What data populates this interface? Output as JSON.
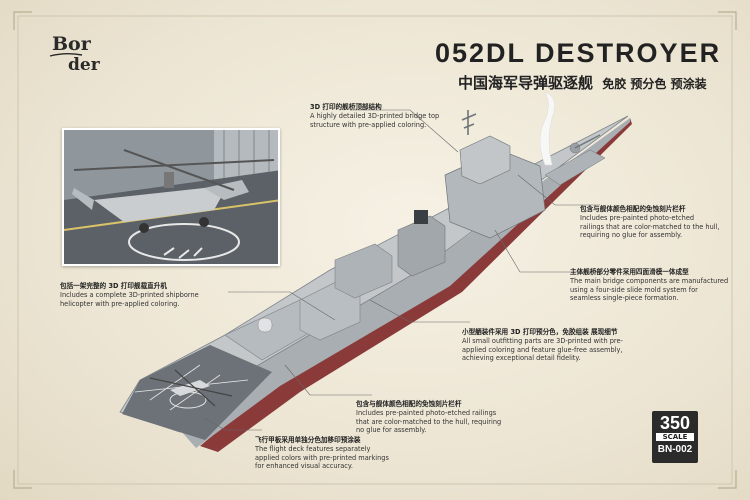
{
  "brand": {
    "line1": "Bor",
    "line2": "der"
  },
  "title": {
    "en": "052DL DESTROYER",
    "cn": "中国海军导弹驱逐舰",
    "cn_sub": "免胶 预分色 预涂装"
  },
  "callouts": {
    "bridge": {
      "cn": "3D 打印的舰桥顶部结构",
      "en": "A highly detailed 3D-printed bridge top structure with pre-applied coloring."
    },
    "railings_top": {
      "cn": "包含与舰体颜色相配的免蚀刻片栏杆",
      "en": "Includes pre-painted photo-etched railings that are color-matched to the hull, requiring no glue for assembly."
    },
    "slide_mold": {
      "cn": "主体舰桥部分零件采用四面滑模一体成型",
      "en": "The main bridge components are manufactured using a four-side slide mold system for seamless single-piece formation."
    },
    "helicopter": {
      "cn": "包括一架完整的 3D 打印舰载直升机",
      "en": "Includes a complete 3D-printed shipborne helicopter with pre-applied coloring."
    },
    "outfitting": {
      "cn": "小型舾装件采用 3D 打印预分色，免胶组装 展现细节",
      "en": "All small outfitting parts are 3D-printed with pre-applied coloring and feature glue-free assembly, achieving exceptional detail fidelity."
    },
    "railings_bottom": {
      "cn": "包含与舰体颜色相配的免蚀刻片栏杆",
      "en": "Includes pre-painted photo-etched railings that are color-matched to the hull, requiring no glue for assembly."
    },
    "flight_deck": {
      "cn": "飞行甲板采用单独分色加移印预涂装",
      "en": "The flight deck features separately applied colors with pre-printed markings for enhanced visual accuracy."
    }
  },
  "scale": {
    "number": "350",
    "word": "SCALE",
    "code": "BN-002"
  },
  "colors": {
    "background": "#efe8d6",
    "hull": "#a9aeb3",
    "hull_dark": "#7d8388",
    "waterline": "#8b3a3a",
    "deck": "#6c7277"
  }
}
